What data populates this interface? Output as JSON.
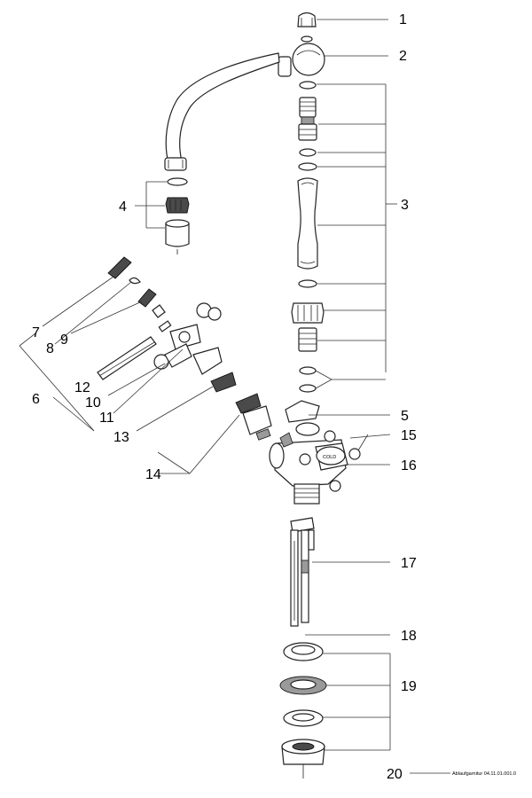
{
  "labels": {
    "p1": "1",
    "p2": "2",
    "p3": "3",
    "p4": "4",
    "p5": "5",
    "p6": "6",
    "p7": "7",
    "p8": "8",
    "p9": "9",
    "p10": "10",
    "p11": "11",
    "p12": "12",
    "p13": "13",
    "p14": "14",
    "p15": "15",
    "p16": "16",
    "p17": "17",
    "p18": "18",
    "p19": "19",
    "p20": "20"
  },
  "cap_text": "COLD",
  "footnote": "Ablaufgarnitur 04.11.01.001.0"
}
